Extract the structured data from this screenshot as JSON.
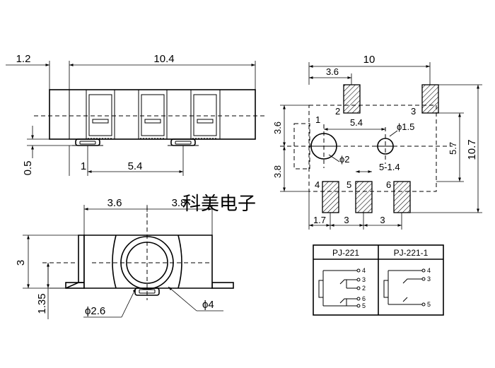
{
  "watermark": "科美电子",
  "front_view": {
    "dim_left": "1.2",
    "dim_width": "10.4",
    "dim_offset": "0.5",
    "dim_pin": "1",
    "dim_pitch": "5.4"
  },
  "side_view": {
    "dim_left": "3.6",
    "dim_right": "3.8",
    "dim_height": "3",
    "dim_bottom": "1.35",
    "dia_small": "ϕ2.6",
    "dia_large": "ϕ4"
  },
  "footprint": {
    "dim_total_width": "10",
    "dim_top_left": "3.6",
    "dim_upper": "3.6",
    "dim_lower": "3.8",
    "dim_height_total": "10.7",
    "dim_height_right": "5.7",
    "dim_hole_spacing": "5.4",
    "dim_hole_small": "ϕ1.5",
    "dim_hole_large": "ϕ2",
    "dim_slot": "5-1.4",
    "dim_bottom_a": "1.7",
    "dim_bottom_b": "3",
    "dim_bottom_c": "3",
    "pins": {
      "p1": "1",
      "p2": "2",
      "p3": "3",
      "p4": "4",
      "p5": "5",
      "p6": "6"
    }
  },
  "schematic": {
    "header_left": "PJ-221",
    "header_right": "PJ-221-1",
    "left_pins": [
      "4",
      "3",
      "2",
      "6",
      "5"
    ],
    "right_pins": [
      "4",
      "3",
      "5"
    ]
  }
}
